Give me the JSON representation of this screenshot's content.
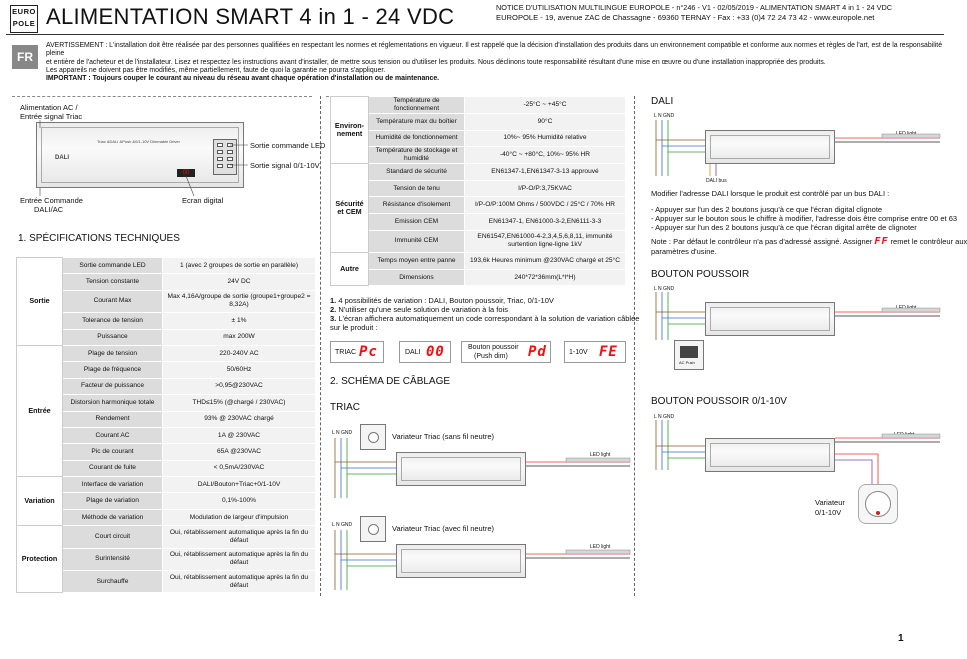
{
  "header": {
    "logo_line1": "EURO",
    "logo_line2": "POLE",
    "title": "ALIMENTATION SMART 4 in 1 - 24 VDC",
    "notice_line": "NOTICE D'UTILISATION MULTILINGUE EUROPOLE - n°246 - V1 - 02/05/2019 - ALIMENTATION SMART 4 in 1 - 24 VDC",
    "address_line": "EUROPOLE - 19, avenue ZAC de Chassagne - 69360 TERNAY - Fax : +33 (0)4 72 24 73 42 - www.europole.net"
  },
  "warning": {
    "lang": "FR",
    "line1": "AVERTISSEMENT : L'installation doit être réalisée par des personnes qualifiées en respectant les normes et réglementations en vigueur. Il est rappelé que la décision d'installation des produits dans un environnement compatible et conforme aux normes et règles de l'art, est de la responsabilité pleine",
    "line2": "et entière de l'acheteur et de l'installateur. Lisez et respectez les instructions avant d'installer, de mettre sous tension ou d'utiliser les produits. Nous déclinons toute responsabilité résultant d'une mise en œuvre ou d'une installation inappropriée des produits.",
    "line3": "Les appareils ne doivent pas être modifiés, même partiellement, faute de quoi la garantie ne pourra s'appliquer.",
    "important": "IMPORTANT : Toujours couper le courant au niveau du réseau avant chaque opération d'installation ou de maintenance."
  },
  "product": {
    "label_ac": "Alimentation AC /",
    "label_ac2": "Entrée signal Triac",
    "label_cmd_led": "Sortie commande LED",
    "label_signal": "Sortie signal 0/1-10V",
    "label_dali": "Entrée Commande",
    "label_dali2": "DALI/AC",
    "label_ecran": "Ecran digital",
    "module_text": "Triac &DALI &Push &0/1-10V Dimmable Driver"
  },
  "section1_title": "1. SPÉCIFICATIONS TECHNIQUES",
  "spec_left": [
    {
      "cat": "Sortie",
      "rows": [
        [
          "Sortie commande LED",
          "1 (avec 2 groupes de sortie en parallèle)"
        ],
        [
          "Tension constante",
          "24V DC"
        ],
        [
          "Courant Max",
          "Max 4,16A/groupe de sortie (groupe1+groupe2 = 8,32A)"
        ],
        [
          "Tolerance de tension",
          "± 1%"
        ],
        [
          "Puissance",
          "max 200W"
        ]
      ]
    },
    {
      "cat": "Entrée",
      "rows": [
        [
          "Plage de tension",
          "220-240V AC"
        ],
        [
          "Plage de fréquence",
          "50/60Hz"
        ],
        [
          "Facteur de puissance",
          ">0,95@230VAC"
        ],
        [
          "Distorsion harmonique totale",
          "THD≤15% (@chargé / 230VAC)"
        ],
        [
          "Rendement",
          "93% @ 230VAC chargé"
        ],
        [
          "Courant AC",
          "1A @ 230VAC"
        ],
        [
          "Pic de courant",
          "65A @230VAC"
        ],
        [
          "Courant de fuite",
          "< 0,5mA/230VAC"
        ]
      ]
    },
    {
      "cat": "Variation",
      "rows": [
        [
          "Interface de variation",
          "DALI/Bouton+Triac+0/1-10V"
        ],
        [
          "Plage de variation",
          "0,1%-100%"
        ],
        [
          "Méthode de variation",
          "Modulation de largeur d'impulsion"
        ]
      ]
    },
    {
      "cat": "Protection",
      "rows": [
        [
          "Court circuit",
          "Oui, rétablissement automatique après la fin du défaut"
        ],
        [
          "Surintensité",
          "Oui, rétablissement automatique après la fin du défaut"
        ],
        [
          "Surchauffe",
          "Oui, rétablissement automatique après la fin du défaut"
        ]
      ]
    }
  ],
  "spec_right": [
    {
      "cat": "Environ-nement",
      "rows": [
        [
          "Température de fonctionnement",
          "-25°C ~ +45°C"
        ],
        [
          "Température max du boîtier",
          "90°C"
        ],
        [
          "Humidité de fonctionnement",
          "10%~ 95% Humidité relative"
        ],
        [
          "Température de stockage et humidité",
          "-40°C ~ +80°C, 10%~ 95% HR"
        ]
      ]
    },
    {
      "cat": "Sécurité et CEM",
      "rows": [
        [
          "Standard de sécurité",
          "EN61347-1,EN61347-3-13 approuvé"
        ],
        [
          "Tension de tenu",
          "I/P-O/P:3,75KVAC"
        ],
        [
          "Résistance d'isolement",
          "I/P-O/P:100M Ohms / 500VDC / 25°C / 70% HR"
        ],
        [
          "Emission CEM",
          "EN61347-1, EN61000-3-2,EN6111-3-3"
        ],
        [
          "Immunité CEM",
          "EN61547,EN61000-4-2,3,4,5,6,8,11, immunité surtention ligne-ligne 1kV"
        ]
      ]
    },
    {
      "cat": "Autre",
      "rows": [
        [
          "Temps moyen entre panne",
          "193,6k Heures minimum @230VAC chargé et 25°C"
        ],
        [
          "Dimensions",
          "240*72*36mm(L*l*H)"
        ]
      ]
    }
  ],
  "notes": {
    "n1": "1.",
    "t1": " 4 possibilités de variation : DALI, Bouton poussoir, Triac, 0/1-10V",
    "n2": "2.",
    "t2": " N'utiliser qu'une seule solution de variation à la fois",
    "n3": "3.",
    "t3": " L'écran affichera automatiquement un code correspondant à la solution de variation câblée",
    "t3b": "sur le produit :"
  },
  "modes": [
    {
      "label": "TRIAC",
      "code": "Pc"
    },
    {
      "label": "DALI",
      "code": "00"
    },
    {
      "label": "Bouton poussoir",
      "label2": "(Push dim)",
      "code": "Pd"
    },
    {
      "label": "1-10V",
      "code": "FE"
    }
  ],
  "section2_title": "2. SCHÉMA DE CÂBLAGE",
  "triac": {
    "title": "TRIAC",
    "variator1": "Variateur Triac (sans fil neutre)",
    "variator2": "Variateur Triac (avec fil neutre)",
    "lng": "L  N GND",
    "led": "LED light"
  },
  "dali": {
    "title": "DALI",
    "lng": "L  N GND",
    "led": "LED light",
    "bus": "DALI bus",
    "p1": "Modifier l'adresse DALI lorsque le produit est contrôlé par un bus DALI :",
    "b1": "- Appuyer sur l'un des 2 boutons jusqu'à ce que l'écran digital clignote",
    "b2": "- Appuyer sur le bouton sous le chiffre à modifier, l'adresse dois être comprise entre 00 et 63",
    "b3": "- Appuyer sur l'un des 2 boutons jusqu'à ce que l'écran digital arrête de clignoter",
    "p2a": "Note : Par défaut le contrôleur n'a pas d'adressé assigné. Assigner",
    "p2code": "FF",
    "p2b": "remet le contrôleur aux",
    "p2c": "paramètres d'usine."
  },
  "push": {
    "title": "BOUTON POUSSOIR",
    "lng": "L  N GND",
    "led": "LED light",
    "box": "AC Push"
  },
  "push010": {
    "title": "BOUTON POUSSOIR 0/1-10V",
    "lng": "L  N GND",
    "led": "LED light",
    "var1": "Variateur",
    "var2": "0/1-10V"
  },
  "page_number": "1",
  "colors": {
    "header_gray": "#dcdcdc",
    "row_gray": "#f2f2f2",
    "segment_red": "#e11111",
    "fr_badge": "#888888"
  }
}
